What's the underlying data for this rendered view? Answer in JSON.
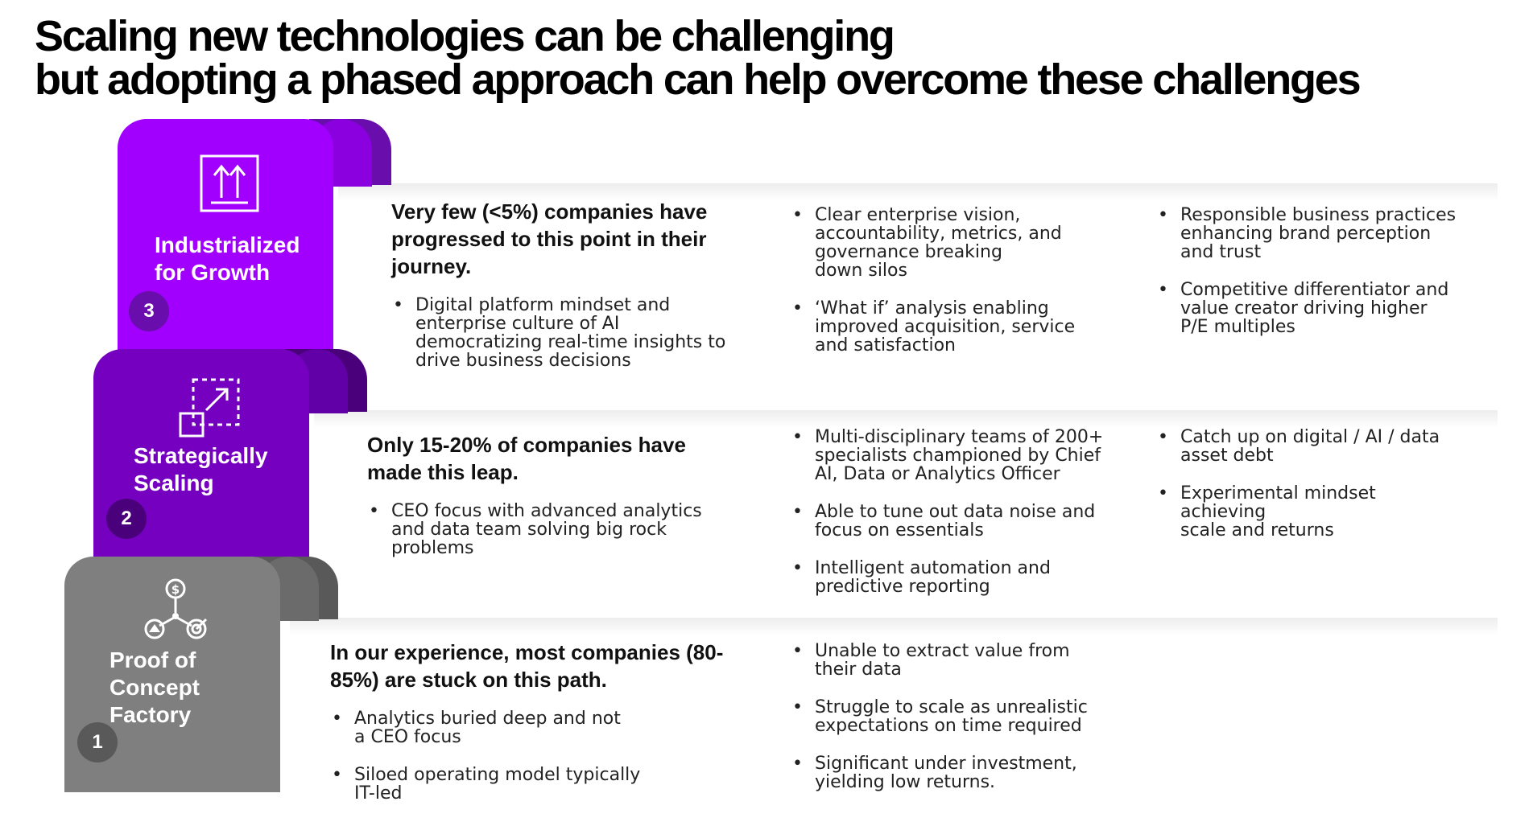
{
  "title": {
    "line1": "Scaling new technologies can be challenging",
    "line2": "but adopting a phased approach can help overcome these challenges"
  },
  "colors": {
    "stage3_purple": "#A100FF",
    "stage3_dark": "#6A0DAD",
    "stage2_purple": "#7500C0",
    "stage2_dark": "#4A007A",
    "stage1_gray": "#7F7F7F",
    "stage1_dark": "#595959"
  },
  "stages": [
    {
      "number": "3",
      "label_line1": "Industrialized",
      "label_line2": "for Growth",
      "icon": "double-arrow-up-box-icon",
      "headline": "Very few (<5%) companies have progressed to this point in their  journey.",
      "points": [
        "Digital platform mindset and\nenterprise culture of AI\ndemocratizing real-time insights to\ndrive business decisions"
      ],
      "middle_points": [
        "Clear enterprise vision,\naccountability, metrics, and\ngovernance breaking\ndown silos",
        "‘What if’ analysis enabling\nimproved acquisition, service\nand satisfaction"
      ],
      "right_points": [
        "Responsible business practices\nenhancing brand perception\nand trust",
        "Competitive differentiator and\nvalue creator driving higher\nP/E multiples"
      ]
    },
    {
      "number": "2",
      "label_line1": "Strategically",
      "label_line2": "Scaling",
      "icon": "expand-squares-icon",
      "headline": "Only 15-20% of companies have made this leap.",
      "points": [
        "CEO focus with advanced analytics\nand data team solving big rock\nproblems"
      ],
      "middle_points": [
        "Multi-disciplinary teams of 200+\nspecialists championed by Chief\nAI, Data or Analytics Officer",
        "Able to tune out data noise and\nfocus on essentials",
        "Intelligent automation and\npredictive reporting"
      ],
      "right_points": [
        "Catch up on digital / AI / data\nasset debt",
        "Experimental mindset\nachieving\nscale and returns"
      ]
    },
    {
      "number": "1",
      "label_line1": "Proof of",
      "label_line2": "Concept",
      "label_line3": "Factory",
      "icon": "dollar-network-icon",
      "headline": "In our experience, most companies (80-85%) are stuck on this path.",
      "points": [
        "Analytics buried deep and not\na CEO focus",
        "Siloed operating model typically\nIT-led"
      ],
      "middle_points": [
        "Unable to extract value from\ntheir data",
        "Struggle to scale as unrealistic\nexpectations on time required",
        "Significant under investment,\nyielding low returns."
      ]
    }
  ]
}
